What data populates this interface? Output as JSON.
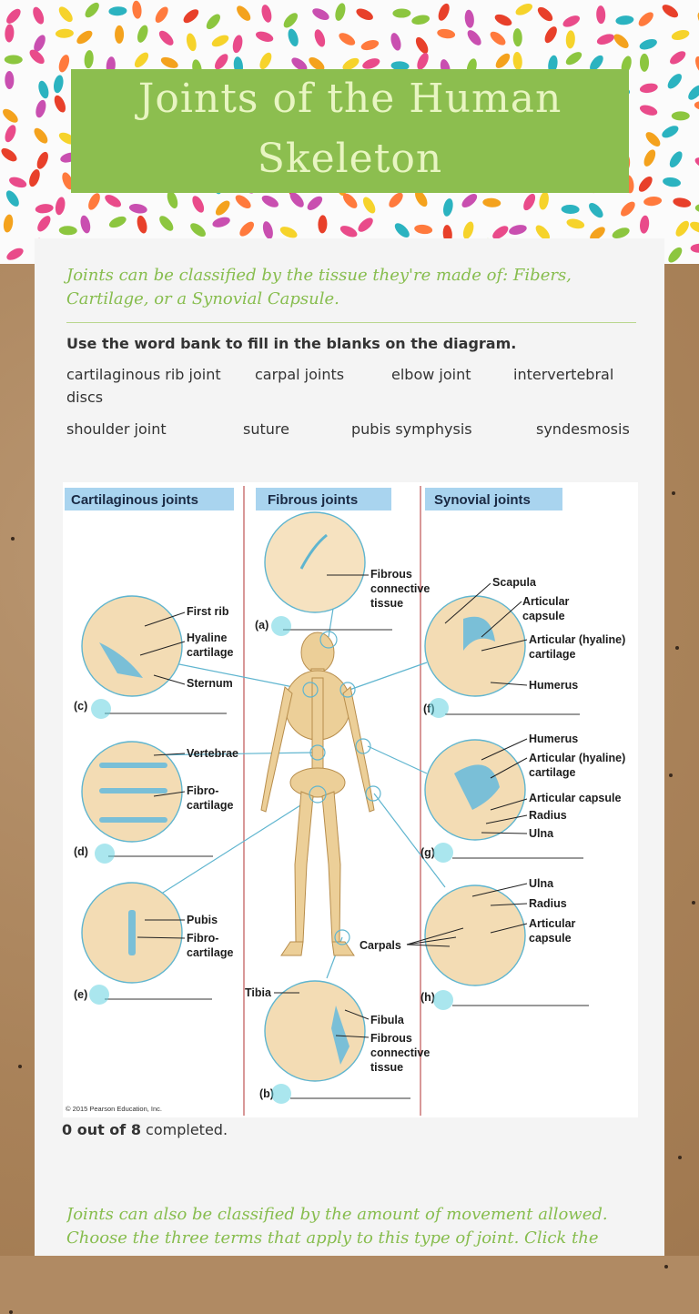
{
  "title": "Joints of the Human Skeleton",
  "intro": "Joints can be classified by the tissue they're made of: Fibers, Cartilage, or a Synovial Capsule.",
  "instruction": "Use the word bank to fill in the blanks on the diagram.",
  "word_bank": {
    "row1": [
      "cartilaginous rib joint",
      "carpal joints",
      "elbow joint",
      "intervertebral"
    ],
    "row1_wrap": "discs",
    "row2": [
      "shoulder joint",
      "suture",
      "pubis symphysis",
      "syndesmosis"
    ]
  },
  "diagram": {
    "headers": [
      "Cartilaginous joints",
      "Fibrous joints",
      "Synovial joints"
    ],
    "labels": {
      "fibrous_connective_tissue_top": "Fibrous connective tissue",
      "first_rib": "First rib",
      "hyaline_cartilage": "Hyaline cartilage",
      "sternum": "Sternum",
      "vertebrae": "Vertebrae",
      "fibrocartilage_1": "Fibro- cartilage",
      "pubis": "Pubis",
      "fibrocartilage_2": "Fibro- cartilage",
      "scapula": "Scapula",
      "articular_capsule_1": "Articular capsule",
      "articular_hyaline_1": "Articular (hyaline) cartilage",
      "humerus_1": "Humerus",
      "humerus_2": "Humerus",
      "articular_hyaline_2": "Articular (hyaline) cartilage",
      "articular_capsule_2": "Articular capsule",
      "radius_1": "Radius",
      "ulna_1": "Ulna",
      "ulna_2": "Ulna",
      "radius_2": "Radius",
      "articular_capsule_3": "Articular capsule",
      "carpals": "Carpals",
      "tibia": "Tibia",
      "fibula": "Fibula",
      "fibrous_connective_tissue_bottom": "Fibrous connective tissue"
    },
    "blank_markers": [
      "(a)",
      "(b)",
      "(c)",
      "(d)",
      "(e)",
      "(f)",
      "(g)",
      "(h)"
    ],
    "copyright": "© 2015 Pearson Education, Inc."
  },
  "progress": {
    "done": "0 out of 8",
    "suffix": " completed."
  },
  "intro2": "Joints can also be classified by the amount of movement allowed. Choose the three terms that apply to this type of joint. Click the",
  "colors": {
    "title_bg": "#8cbe4f",
    "accent": "#87bd4e",
    "drop_zone": "#64d2e0"
  }
}
